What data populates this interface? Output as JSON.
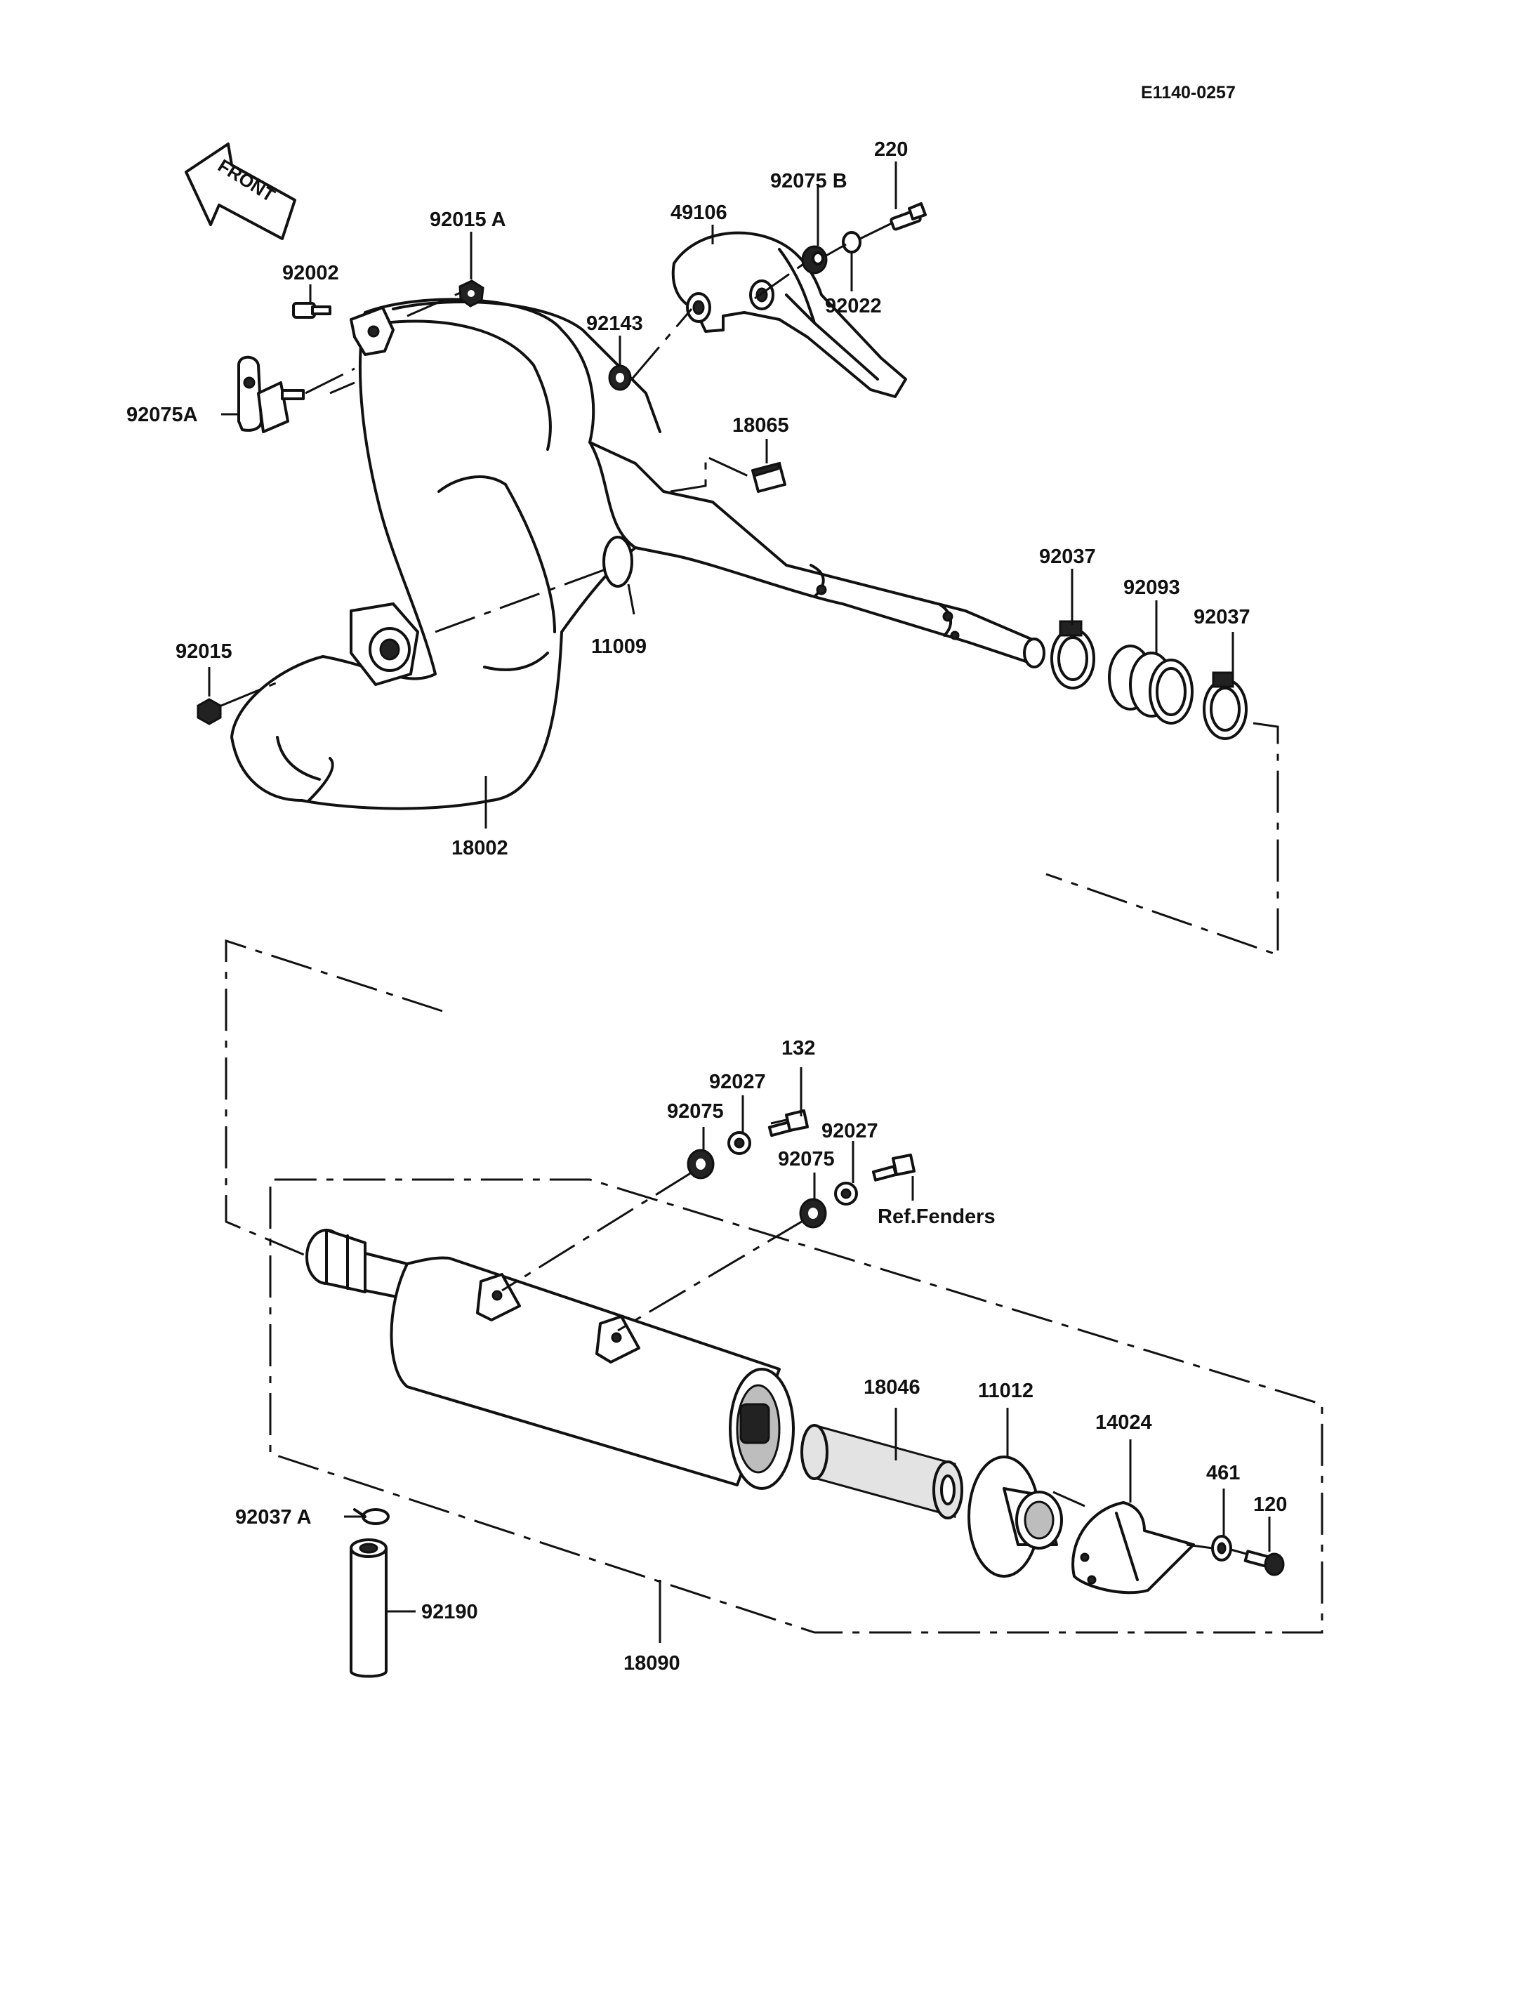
{
  "diagram_code": "E1140-0257",
  "front_arrow": {
    "text": "FRONT",
    "icon": "front-arrow-icon"
  },
  "note": "Ref.Fenders",
  "part_labels": [
    {
      "id": "p220",
      "text": "220"
    },
    {
      "id": "p92075B",
      "text": "92075 B"
    },
    {
      "id": "p49106",
      "text": "49106"
    },
    {
      "id": "p92015A",
      "text": "92015 A"
    },
    {
      "id": "p92002",
      "text": "92002"
    },
    {
      "id": "p92022",
      "text": "92022"
    },
    {
      "id": "p92143",
      "text": "92143"
    },
    {
      "id": "p92075A",
      "text": "92075A"
    },
    {
      "id": "p18065",
      "text": "18065"
    },
    {
      "id": "p92037a",
      "text": "92037"
    },
    {
      "id": "p92093",
      "text": "92093"
    },
    {
      "id": "p92037b",
      "text": "92037"
    },
    {
      "id": "p92015",
      "text": "92015"
    },
    {
      "id": "p11009",
      "text": "11009"
    },
    {
      "id": "p18002",
      "text": "18002"
    },
    {
      "id": "p132",
      "text": "132"
    },
    {
      "id": "p92027a",
      "text": "92027"
    },
    {
      "id": "p92075a",
      "text": "92075"
    },
    {
      "id": "p92027b",
      "text": "92027"
    },
    {
      "id": "p92075b",
      "text": "92075"
    },
    {
      "id": "p18046",
      "text": "18046"
    },
    {
      "id": "p11012",
      "text": "11012"
    },
    {
      "id": "p14024",
      "text": "14024"
    },
    {
      "id": "p461",
      "text": "461"
    },
    {
      "id": "p120",
      "text": "120"
    },
    {
      "id": "p92037A",
      "text": "92037 A"
    },
    {
      "id": "p92190",
      "text": "92190"
    },
    {
      "id": "p18090",
      "text": "18090"
    }
  ]
}
